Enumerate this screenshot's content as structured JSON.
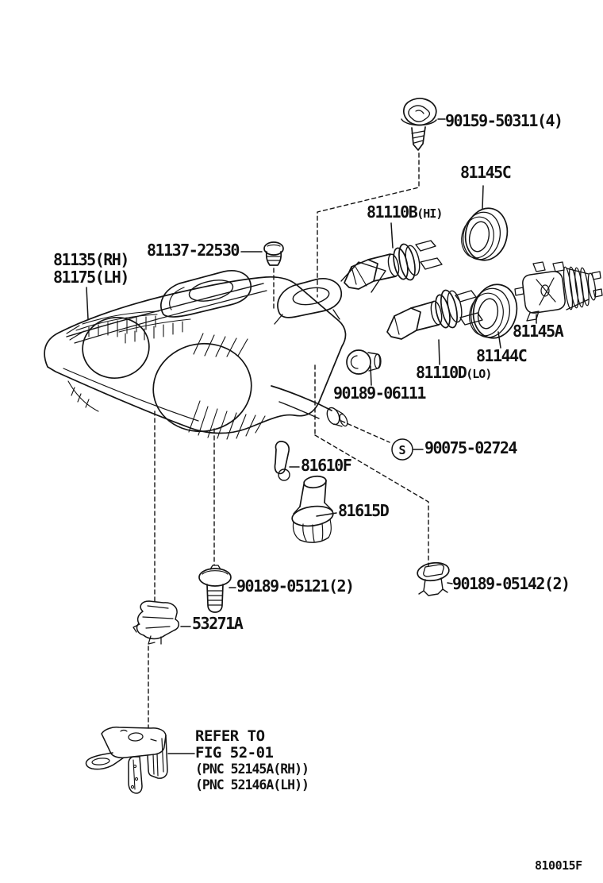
{
  "figure": {
    "code": "810015F"
  },
  "parts": {
    "screw_top": "90159-50311(4)",
    "gasket_hi": "81145C",
    "bulb_hi": "81110B",
    "bulb_hi_beam": "(HI)",
    "grommet_upper": "81137-22530",
    "headlamp_rh": "81135(RH)",
    "headlamp_lh": "81175(LH)",
    "socket_cover": "81145A",
    "gasket_lo": "81144C",
    "bulb_lo": "81110D",
    "bulb_lo_beam": "(LO)",
    "grommet_side": "90189-06111",
    "screw_with_s": "90075-02724",
    "s_marker": "S",
    "pin": "81610F",
    "adjust_socket": "81615D",
    "grommet_lower": "90189-05121(2)",
    "clip_lower_right": "90189-05142(2)",
    "clip_lower_left": "53271A"
  },
  "note": {
    "line1": "REFER TO",
    "line2": "FIG 52-01",
    "line3": "(PNC 52145A(RH))",
    "line4": "(PNC 52146A(LH))"
  },
  "drawings": {
    "screw_top": "tapping-screw",
    "gasket_hi": "seal-ring",
    "gasket_lo": "seal-ring",
    "bulb_hi": "halogen-bulb",
    "bulb_lo": "halogen-bulb",
    "headlamp": "headlamp-unit",
    "socket_cover": "bulb-socket-plug",
    "bracket": "mounting-bracket"
  }
}
